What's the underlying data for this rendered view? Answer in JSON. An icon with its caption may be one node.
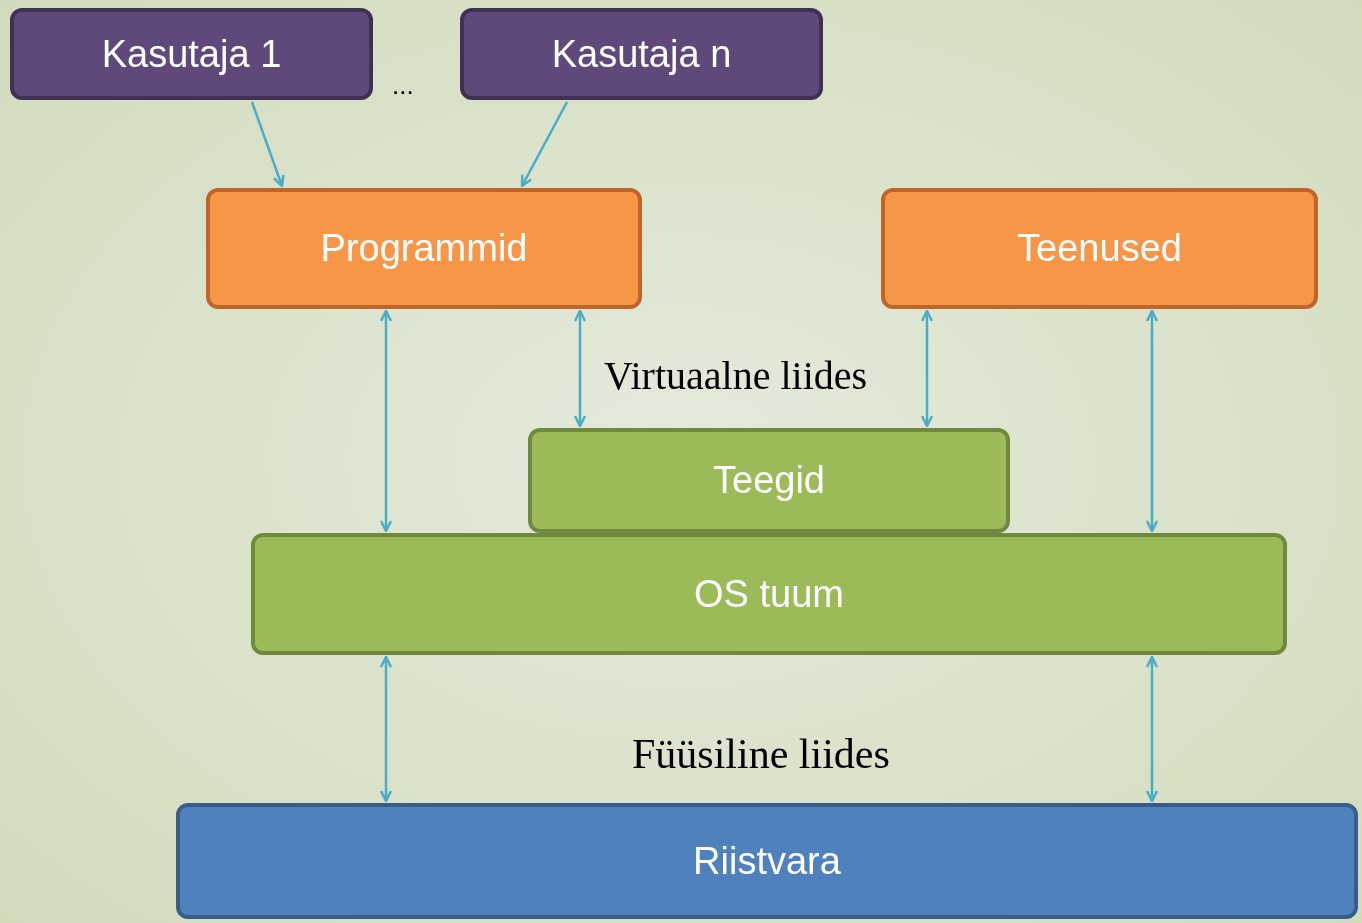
{
  "diagram": {
    "nodes": [
      {
        "text": [
          "Kasutaja 1"
        ]
      },
      {
        "text": [
          "Kasutaja n"
        ]
      },
      {
        "text": [
          "Programmid"
        ]
      },
      {
        "text": [
          "Teenused"
        ]
      },
      {
        "text": [
          "Teegid"
        ]
      },
      {
        "text": [
          "OS tuum"
        ]
      },
      {
        "text": [
          "Riistvara"
        ]
      }
    ],
    "edges": [
      {
        "from": 0,
        "to": 2,
        "arrow": "to"
      },
      {
        "from": 1,
        "to": 2,
        "arrow": "to"
      },
      {
        "from": 2,
        "to": 5,
        "arrow": "both"
      },
      {
        "from": 2,
        "to": 4,
        "arrow": "both"
      },
      {
        "from": 3,
        "to": 4,
        "arrow": "both"
      },
      {
        "from": 3,
        "to": 5,
        "arrow": "both"
      },
      {
        "from": 5,
        "to": 6,
        "arrow": "both"
      },
      {
        "from": 5,
        "to": 6,
        "arrow": "both"
      }
    ],
    "labels": [
      "...",
      "Virtuaalne liides",
      "Füüsiline liides"
    ]
  }
}
